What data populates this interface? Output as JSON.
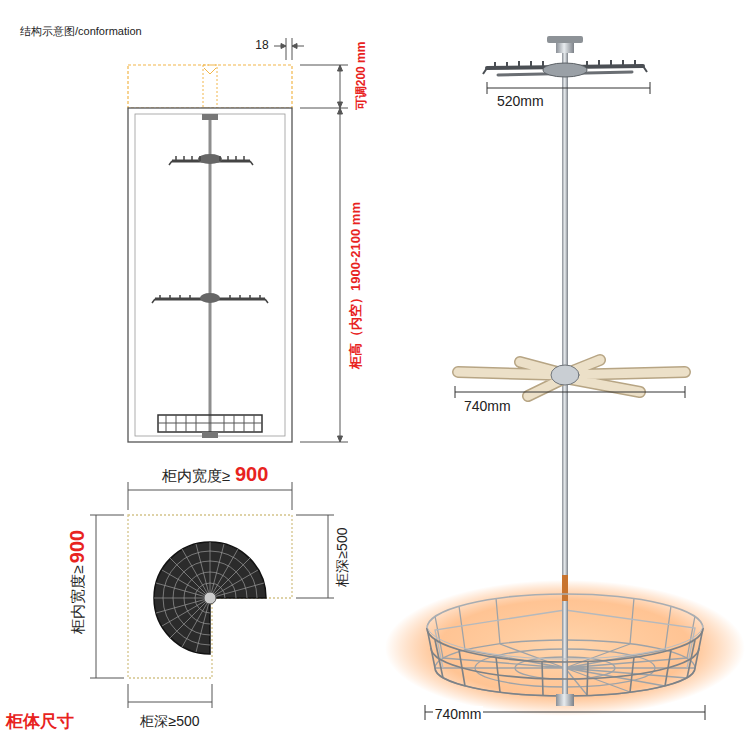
{
  "diagram": {
    "title": "结构示意图/conformation",
    "labels": [
      "18",
      "可调200 mm",
      "柜高（内空）1900-2100 mm",
      "柜内宽度≥",
      "900",
      "900",
      "柜内宽度≥",
      "柜深≥500",
      "柜深≥500",
      "柜体尺寸",
      "520mm",
      "740mm",
      "740mm"
    ]
  }
}
